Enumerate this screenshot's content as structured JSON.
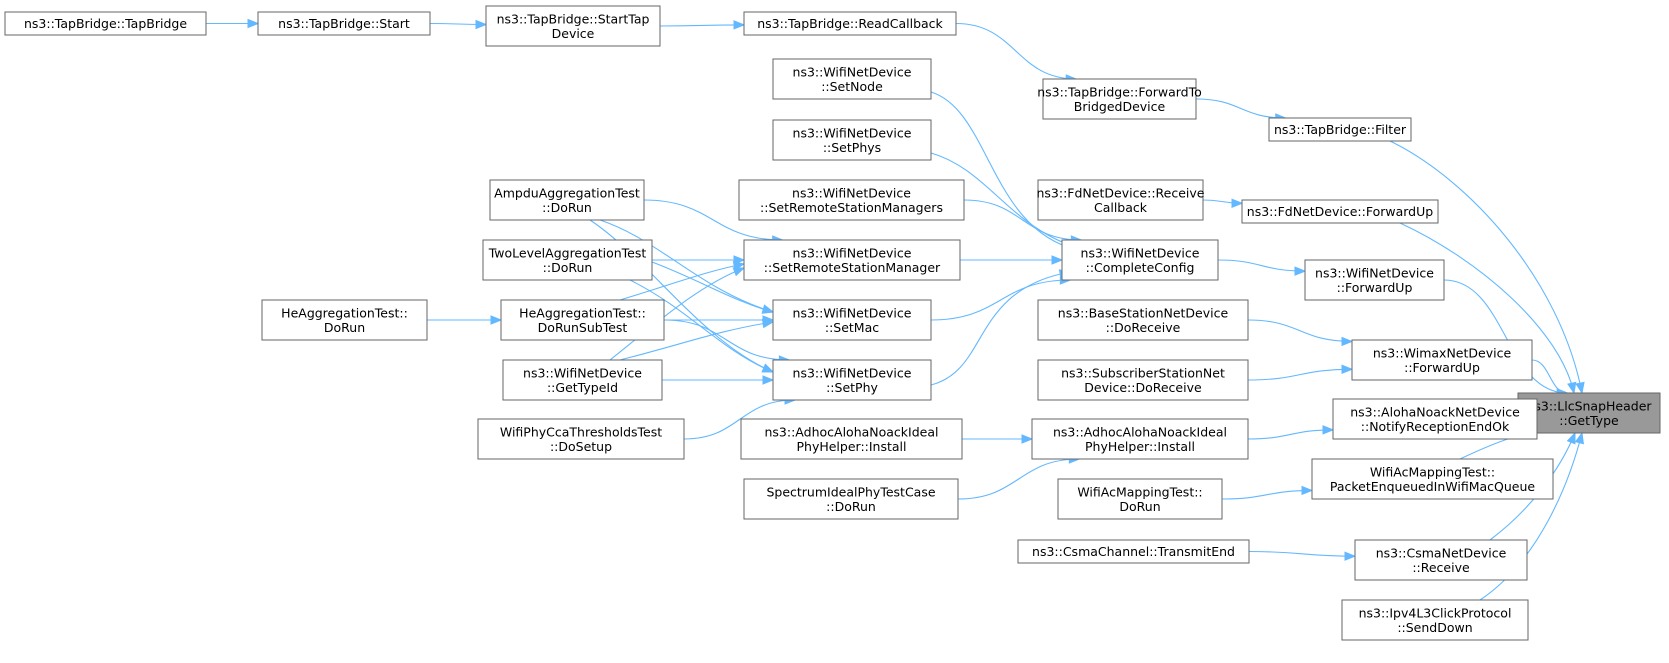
{
  "graph": {
    "nodes": [
      {
        "id": "n0",
        "lines": [
          "ns3::LlcSnapHeader",
          "::GetType"
        ],
        "focus": true
      },
      {
        "id": "n1",
        "lines": [
          "ns3::TapBridge::Filter"
        ]
      },
      {
        "id": "n2",
        "lines": [
          "ns3::TapBridge::ForwardTo",
          "BridgedDevice"
        ]
      },
      {
        "id": "n3",
        "lines": [
          "ns3::TapBridge::ReadCallback"
        ]
      },
      {
        "id": "n4",
        "lines": [
          "ns3::TapBridge::StartTap",
          "Device"
        ]
      },
      {
        "id": "n5",
        "lines": [
          "ns3::TapBridge::Start"
        ]
      },
      {
        "id": "n6",
        "lines": [
          "ns3::TapBridge::TapBridge"
        ]
      },
      {
        "id": "n7",
        "lines": [
          "ns3::FdNetDevice::ForwardUp"
        ]
      },
      {
        "id": "n8",
        "lines": [
          "ns3::FdNetDevice::Receive",
          "Callback"
        ]
      },
      {
        "id": "n9",
        "lines": [
          "ns3::WifiNetDevice",
          "::ForwardUp"
        ]
      },
      {
        "id": "n10",
        "lines": [
          "ns3::WifiNetDevice",
          "::CompleteConfig"
        ]
      },
      {
        "id": "n11",
        "lines": [
          "ns3::WifiNetDevice",
          "::SetNode"
        ]
      },
      {
        "id": "n12",
        "lines": [
          "ns3::WifiNetDevice",
          "::SetPhys"
        ]
      },
      {
        "id": "n13",
        "lines": [
          "ns3::WifiNetDevice",
          "::SetRemoteStationManagers"
        ]
      },
      {
        "id": "n14",
        "lines": [
          "ns3::WifiNetDevice",
          "::SetRemoteStationManager"
        ]
      },
      {
        "id": "n15",
        "lines": [
          "ns3::WifiNetDevice",
          "::SetMac"
        ]
      },
      {
        "id": "n16",
        "lines": [
          "ns3::WifiNetDevice",
          "::SetPhy"
        ]
      },
      {
        "id": "n17",
        "lines": [
          "AmpduAggregationTest",
          "::DoRun"
        ]
      },
      {
        "id": "n18",
        "lines": [
          "TwoLevelAggregationTest",
          "::DoRun"
        ]
      },
      {
        "id": "n19",
        "lines": [
          "HeAggregationTest::",
          "DoRunSubTest"
        ]
      },
      {
        "id": "n20",
        "lines": [
          "HeAggregationTest::",
          "DoRun"
        ]
      },
      {
        "id": "n21",
        "lines": [
          "ns3::WifiNetDevice",
          "::GetTypeId"
        ]
      },
      {
        "id": "n22",
        "lines": [
          "WifiPhyCcaThresholdsTest",
          "::DoSetup"
        ]
      },
      {
        "id": "n23",
        "lines": [
          "ns3::WimaxNetDevice",
          "::ForwardUp"
        ]
      },
      {
        "id": "n24",
        "lines": [
          "ns3::BaseStationNetDevice",
          "::DoReceive"
        ]
      },
      {
        "id": "n25",
        "lines": [
          "ns3::SubscriberStationNet",
          "Device::DoReceive"
        ]
      },
      {
        "id": "n26",
        "lines": [
          "ns3::AlohaNoackNetDevice",
          "::NotifyReceptionEndOk"
        ]
      },
      {
        "id": "n27",
        "lines": [
          "ns3::AdhocAlohaNoackIdeal",
          "PhyHelper::Install"
        ]
      },
      {
        "id": "n28",
        "lines": [
          "ns3::AdhocAlohaNoackIdeal",
          "PhyHelper::Install"
        ]
      },
      {
        "id": "n29",
        "lines": [
          "SpectrumIdealPhyTestCase",
          "::DoRun"
        ]
      },
      {
        "id": "n30",
        "lines": [
          "WifiAcMappingTest::",
          "PacketEnqueuedInWifiMacQueue"
        ]
      },
      {
        "id": "n31",
        "lines": [
          "WifiAcMappingTest::",
          "DoRun"
        ]
      },
      {
        "id": "n32",
        "lines": [
          "ns3::CsmaNetDevice",
          "::Receive"
        ]
      },
      {
        "id": "n33",
        "lines": [
          "ns3::CsmaChannel::TransmitEnd"
        ]
      },
      {
        "id": "n34",
        "lines": [
          "ns3::Ipv4L3ClickProtocol",
          "::SendDown"
        ]
      }
    ],
    "edges": [
      {
        "from": "n1",
        "to": "n0"
      },
      {
        "from": "n2",
        "to": "n1"
      },
      {
        "from": "n3",
        "to": "n2"
      },
      {
        "from": "n4",
        "to": "n3"
      },
      {
        "from": "n5",
        "to": "n4"
      },
      {
        "from": "n6",
        "to": "n5"
      },
      {
        "from": "n7",
        "to": "n0"
      },
      {
        "from": "n8",
        "to": "n7"
      },
      {
        "from": "n9",
        "to": "n0"
      },
      {
        "from": "n10",
        "to": "n9"
      },
      {
        "from": "n11",
        "to": "n10"
      },
      {
        "from": "n12",
        "to": "n10"
      },
      {
        "from": "n13",
        "to": "n10"
      },
      {
        "from": "n14",
        "to": "n10"
      },
      {
        "from": "n15",
        "to": "n10"
      },
      {
        "from": "n16",
        "to": "n10"
      },
      {
        "from": "n17",
        "to": "n14"
      },
      {
        "from": "n17",
        "to": "n15"
      },
      {
        "from": "n17",
        "to": "n16"
      },
      {
        "from": "n18",
        "to": "n14"
      },
      {
        "from": "n18",
        "to": "n15"
      },
      {
        "from": "n18",
        "to": "n16"
      },
      {
        "from": "n19",
        "to": "n14"
      },
      {
        "from": "n19",
        "to": "n15"
      },
      {
        "from": "n19",
        "to": "n16"
      },
      {
        "from": "n20",
        "to": "n19"
      },
      {
        "from": "n21",
        "to": "n14"
      },
      {
        "from": "n21",
        "to": "n15"
      },
      {
        "from": "n21",
        "to": "n16"
      },
      {
        "from": "n22",
        "to": "n16"
      },
      {
        "from": "n23",
        "to": "n0"
      },
      {
        "from": "n24",
        "to": "n23"
      },
      {
        "from": "n25",
        "to": "n23"
      },
      {
        "from": "n26",
        "to": "n0"
      },
      {
        "from": "n27",
        "to": "n26"
      },
      {
        "from": "n28",
        "to": "n27"
      },
      {
        "from": "n29",
        "to": "n27"
      },
      {
        "from": "n30",
        "to": "n0"
      },
      {
        "from": "n31",
        "to": "n30"
      },
      {
        "from": "n32",
        "to": "n0"
      },
      {
        "from": "n33",
        "to": "n32"
      },
      {
        "from": "n34",
        "to": "n0"
      }
    ]
  }
}
